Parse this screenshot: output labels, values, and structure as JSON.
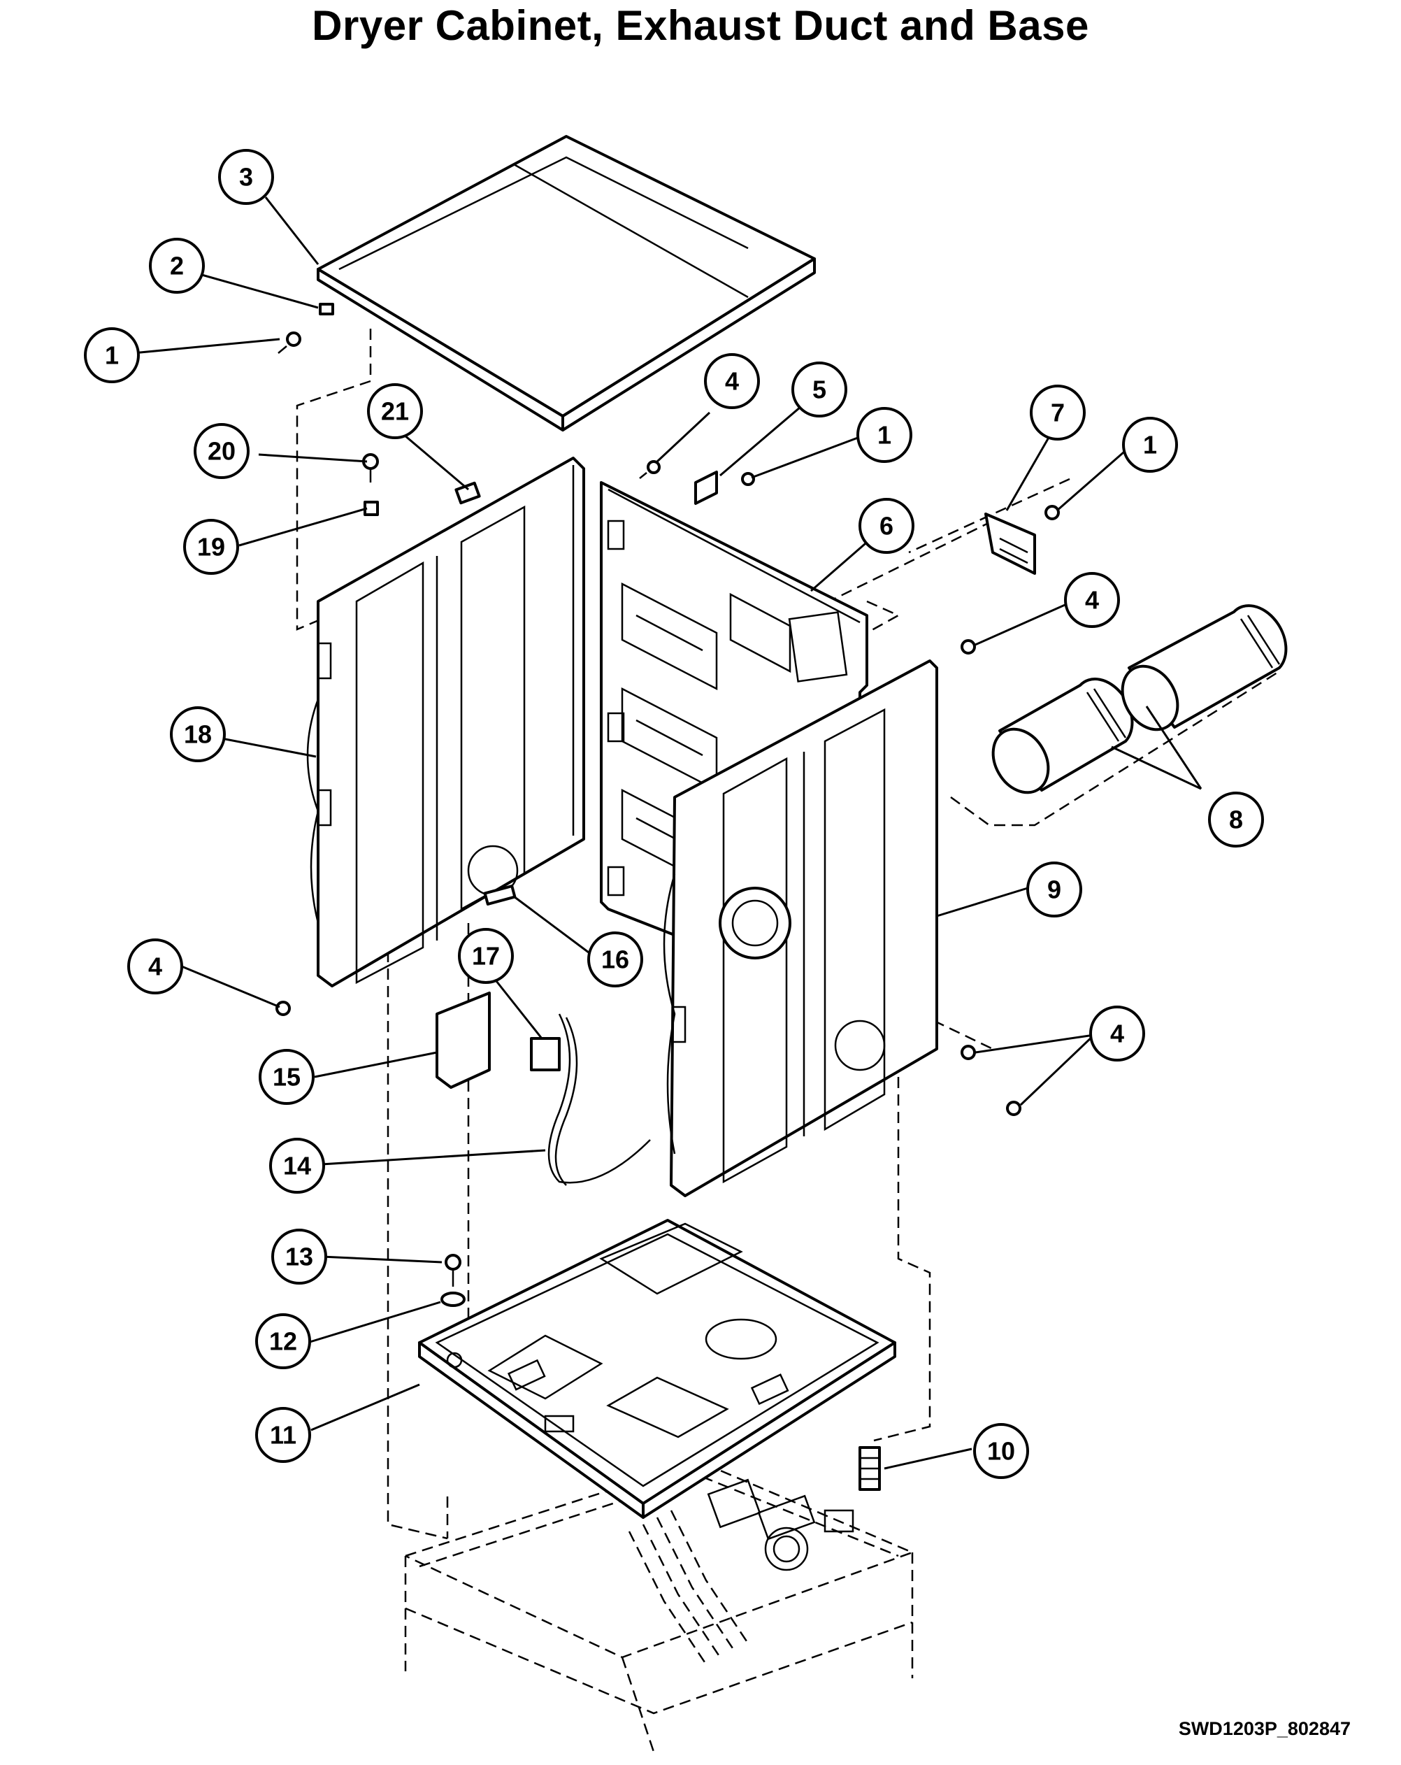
{
  "title": "Dryer Cabinet, Exhaust Duct and Base",
  "document_code": "SWD1203P_802847",
  "callouts": [
    {
      "id": "c1a",
      "label": "1"
    },
    {
      "id": "c1b",
      "label": "1"
    },
    {
      "id": "c1c",
      "label": "1"
    },
    {
      "id": "c2",
      "label": "2"
    },
    {
      "id": "c3",
      "label": "3"
    },
    {
      "id": "c4a",
      "label": "4"
    },
    {
      "id": "c4b",
      "label": "4"
    },
    {
      "id": "c4c",
      "label": "4"
    },
    {
      "id": "c4d",
      "label": "4"
    },
    {
      "id": "c5",
      "label": "5"
    },
    {
      "id": "c6",
      "label": "6"
    },
    {
      "id": "c7",
      "label": "7"
    },
    {
      "id": "c8",
      "label": "8"
    },
    {
      "id": "c9",
      "label": "9"
    },
    {
      "id": "c10",
      "label": "10"
    },
    {
      "id": "c11",
      "label": "11"
    },
    {
      "id": "c12",
      "label": "12"
    },
    {
      "id": "c13",
      "label": "13"
    },
    {
      "id": "c14",
      "label": "14"
    },
    {
      "id": "c15",
      "label": "15"
    },
    {
      "id": "c16",
      "label": "16"
    },
    {
      "id": "c17",
      "label": "17"
    },
    {
      "id": "c18",
      "label": "18"
    },
    {
      "id": "c19",
      "label": "19"
    },
    {
      "id": "c20",
      "label": "20"
    },
    {
      "id": "c21",
      "label": "21"
    }
  ]
}
